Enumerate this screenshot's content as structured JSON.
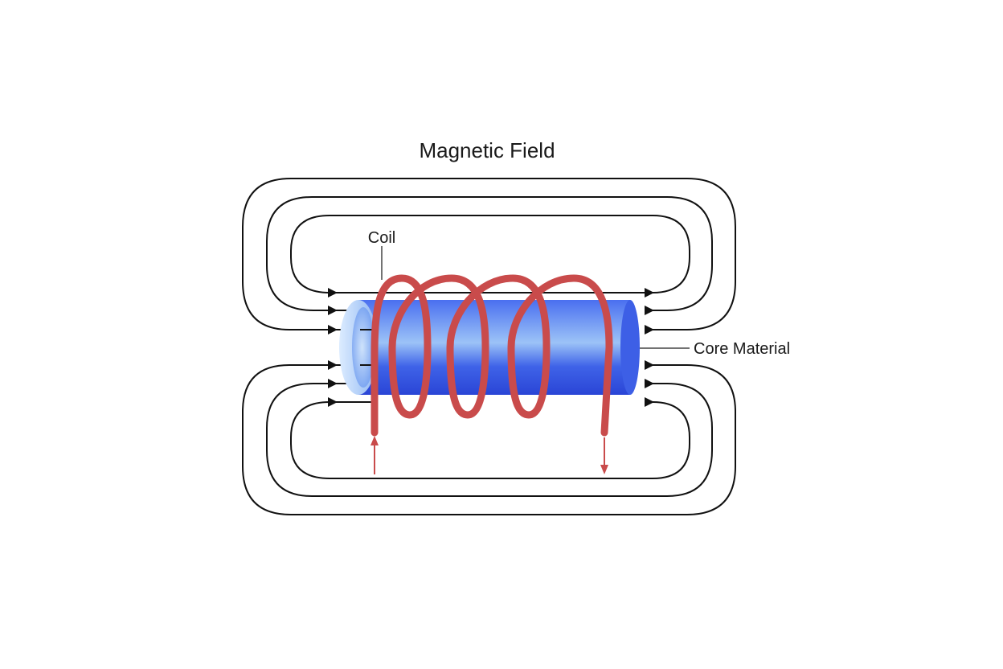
{
  "diagram": {
    "title": "Magnetic Field",
    "labels": {
      "coil": "Coil",
      "core": "Core Material"
    },
    "colors": {
      "field_lines": "#111111",
      "coil": "#c94b4b",
      "core_light": "#cfe3fb",
      "core_dark": "#2f4ee0",
      "background": "#ffffff"
    },
    "coil_turns": 4,
    "current_in": "up",
    "current_out": "down"
  }
}
